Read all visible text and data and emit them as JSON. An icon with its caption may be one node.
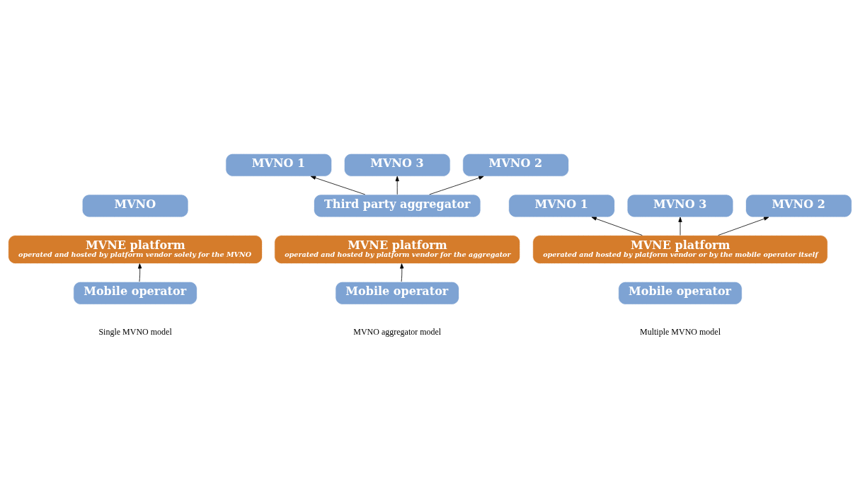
{
  "diagram": {
    "nodes": [
      {
        "text": [
          "MVNO"
        ]
      },
      {
        "text": [
          "MVNE platform",
          "operated and hosted by platform vendor solely for the MVNO"
        ]
      },
      {
        "text": [
          "Mobile operator"
        ]
      },
      {
        "text": [
          "MVNO 3"
        ]
      },
      {
        "text": [
          "MVNO 1"
        ]
      },
      {
        "text": [
          "MVNO 2"
        ]
      },
      {
        "text": [
          "Third party aggregator"
        ]
      },
      {
        "text": [
          "MVNE platform",
          "operated and hosted by platform vendor for the aggregator"
        ]
      },
      {
        "text": [
          "Mobile operator"
        ]
      },
      {
        "text": [
          "MVNO 3"
        ]
      },
      {
        "text": [
          "MVNO 1"
        ]
      },
      {
        "text": [
          "MVNO 2"
        ]
      },
      {
        "text": [
          "MVNE platform",
          "operated and hosted by platform vendor or by the mobile operator itself"
        ]
      },
      {
        "text": [
          "Mobile operator"
        ]
      }
    ],
    "edges": [
      {
        "from": 2,
        "to": 1,
        "arrow": "to"
      },
      {
        "from": 6,
        "to": 4,
        "arrow": "to"
      },
      {
        "from": 6,
        "to": 3,
        "arrow": "to"
      },
      {
        "from": 6,
        "to": 5,
        "arrow": "to"
      },
      {
        "from": 8,
        "to": 7,
        "arrow": "to"
      },
      {
        "from": 12,
        "to": 10,
        "arrow": "to"
      },
      {
        "from": 12,
        "to": 9,
        "arrow": "to"
      },
      {
        "from": 12,
        "to": 11,
        "arrow": "to"
      }
    ],
    "labels": [
      "Single MVNO model",
      "MVNO aggregator model",
      "Multiple MVNO model"
    ]
  }
}
